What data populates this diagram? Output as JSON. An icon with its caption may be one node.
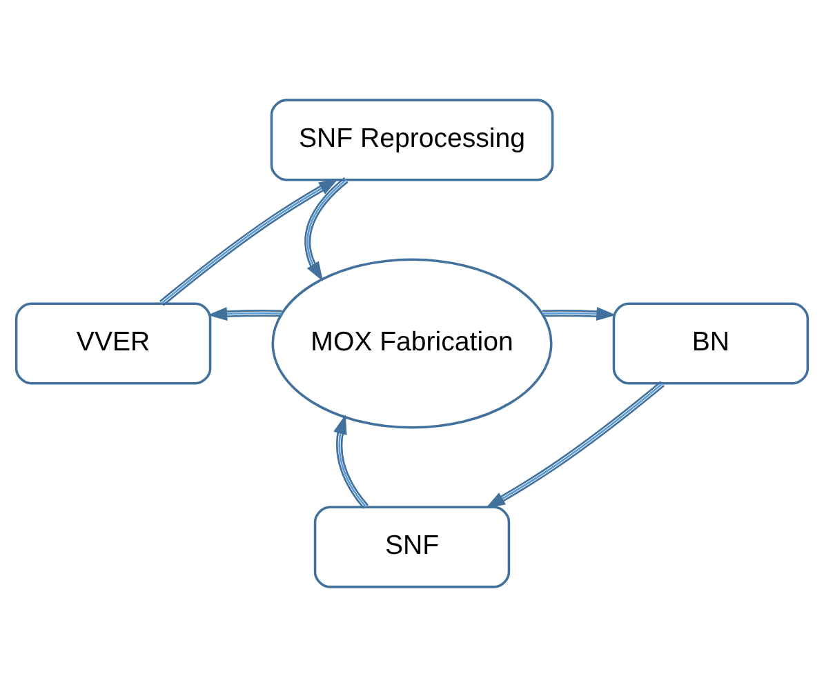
{
  "diagram": {
    "nodes": [
      {
        "text": [
          "SNF Reprocessing"
        ]
      },
      {
        "text": [
          "VVER"
        ]
      },
      {
        "text": [
          "MOX Fabrication"
        ]
      },
      {
        "text": [
          "BN"
        ]
      },
      {
        "text": [
          "SNF"
        ]
      }
    ],
    "edges": [
      {
        "from": 0,
        "to": 2,
        "arrow": "to"
      },
      {
        "from": 2,
        "to": 1,
        "arrow": "to"
      },
      {
        "from": 1,
        "to": 0,
        "arrow": "to"
      },
      {
        "from": 2,
        "to": 3,
        "arrow": "to"
      },
      {
        "from": 3,
        "to": 4,
        "arrow": "to"
      },
      {
        "from": 4,
        "to": 2,
        "arrow": "to"
      }
    ]
  }
}
